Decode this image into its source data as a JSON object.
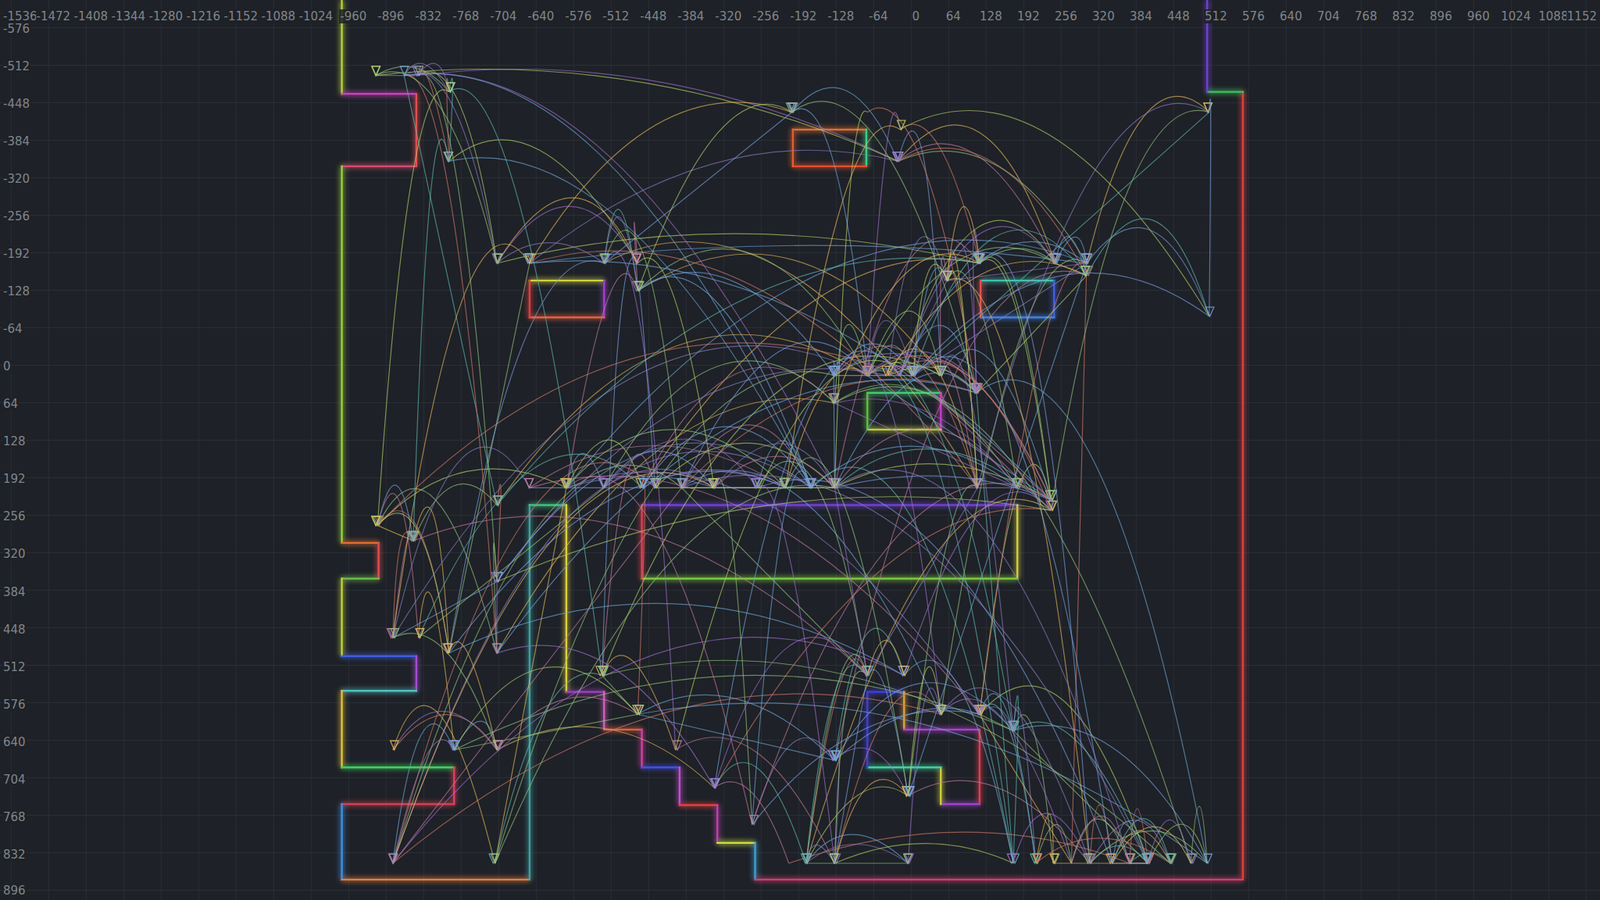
{
  "diagram": {
    "labels": [
      "-1536",
      "-1472",
      "-1408",
      "-1344",
      "-1280",
      "-1216",
      "-1152",
      "-1088",
      "-1024",
      "-960",
      "-896",
      "-832",
      "-768",
      "-704",
      "-640",
      "-576",
      "-512",
      "-448",
      "-384",
      "-320",
      "-256",
      "-192",
      "-128",
      "-64",
      "0",
      "64",
      "128",
      "192",
      "256",
      "320",
      "384",
      "448",
      "512",
      "576",
      "640",
      "704",
      "768",
      "832",
      "896",
      "960",
      "1024",
      "1088",
      "1152",
      "-576",
      "-512",
      "-448",
      "-384",
      "-320",
      "-256",
      "-192",
      "-128",
      "-64",
      "0",
      "64",
      "128",
      "192",
      "256",
      "320",
      "384",
      "448",
      "512",
      "576",
      "640",
      "704",
      "768",
      "832",
      "896"
    ]
  }
}
